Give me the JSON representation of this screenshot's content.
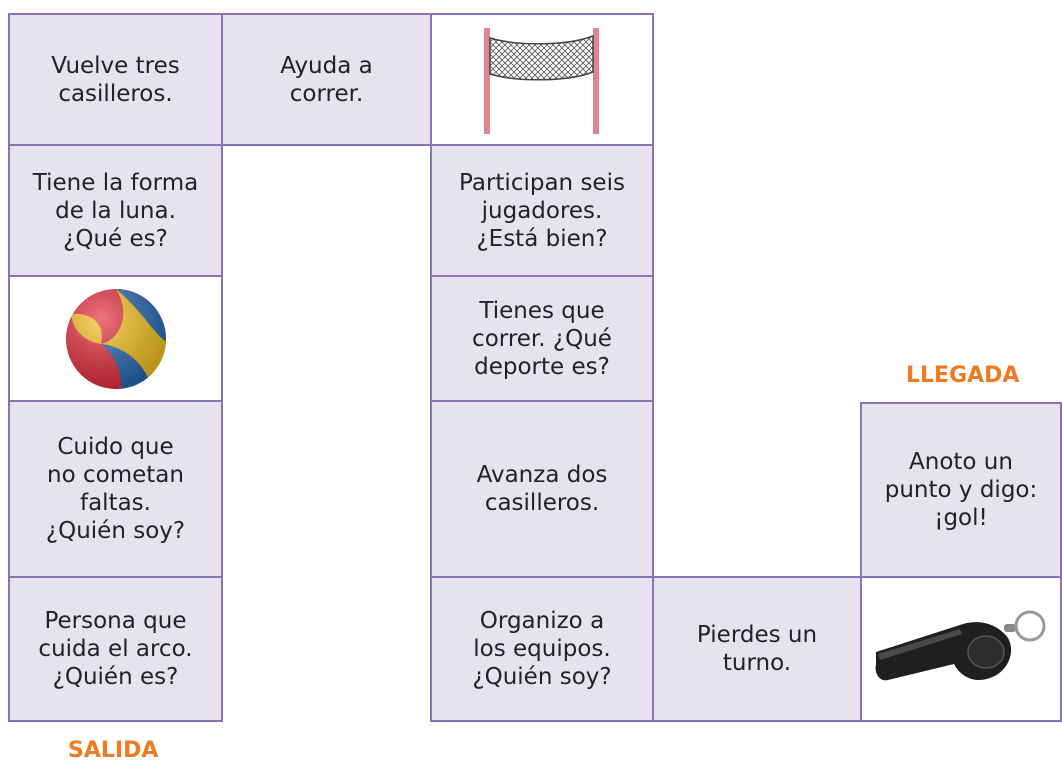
{
  "labels": {
    "start": "SALIDA",
    "finish": "LLEGADA"
  },
  "accent_color": "#f07a21",
  "border_color": "#8a73b6",
  "fill_color": "#e6e2ef",
  "cells": {
    "c1": "Vuelve tres\ncasilleros.",
    "c2": "Ayuda a\ncorrer.",
    "c3_icon": "volleyball-net-icon",
    "c4": "Tiene la forma\nde la luna.\n¿Qué es?",
    "c5": "Participan seis\njugadores.\n¿Está bien?",
    "c6_icon": "ball-icon",
    "c7": "Tienes que\ncorrer. ¿Qué\ndeporte es?",
    "c8": "Cuido que\nno cometan\nfaltas.\n¿Quién soy?",
    "c9": "Avanza dos\ncasilleros.",
    "c10": "Anoto un\npunto y digo:\n¡gol!",
    "c11": "Persona que\ncuida el arco.\n¿Quién es?",
    "c12": "Organizo a\nlos equipos.\n¿Quién soy?",
    "c13": "Pierdes un\nturno.",
    "c14_icon": "whistle-icon"
  }
}
